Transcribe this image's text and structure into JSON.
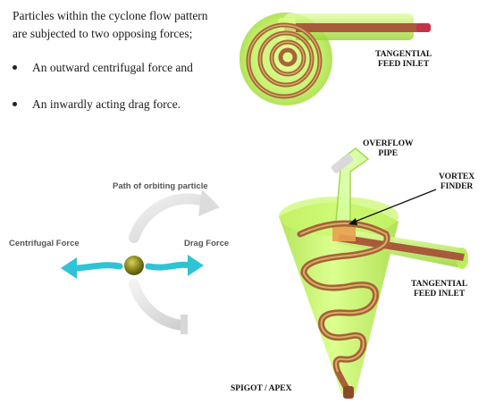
{
  "intro": {
    "line1": "Particles within the cyclone flow pattern",
    "line2": "are subjected to two  opposing forces;"
  },
  "bullets": [
    "An outward centrifugal force and",
    "An inwardly acting drag force."
  ],
  "force_diagram": {
    "path_label": "Path of orbiting particle",
    "centrifugal_label": "Centrifugal Force",
    "drag_label": "Drag Force"
  },
  "labels": {
    "top_inlet_1": "TANGENTIAL",
    "top_inlet_2": "FEED INLET",
    "overflow_1": "OVERFLOW",
    "overflow_2": "PIPE",
    "vortex_1": "VORTEX",
    "vortex_2": "FINDER",
    "bottom_inlet_1": "TANGENTIAL",
    "bottom_inlet_2": "FEED INLET",
    "spigot": "SPIGOT / APEX"
  },
  "colors": {
    "body_green": "#b8f04a",
    "spiral_brown": "#a8643a",
    "arrow_cyan": "#2fc3d6",
    "particle_olive": "#8a8a1e"
  }
}
